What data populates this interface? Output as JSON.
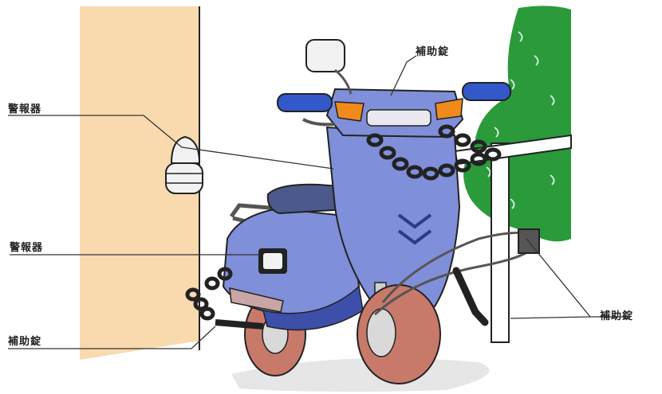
{
  "labels": {
    "alarm_top": "警報器",
    "alarm_mid": "警報器",
    "aux_lock_bottom_left": "補助錠",
    "aux_lock_top": "補助錠",
    "aux_lock_right": "補助錠"
  },
  "colors": {
    "wall": "#f9d9ae",
    "scooter_body": "#7f8fd9",
    "scooter_dark": "#3d4fa8",
    "handle_grip": "#3358c9",
    "tire": "#c87a6a",
    "tree": "#2a9a3a",
    "chain": "#222222",
    "indicator": "#f08a1a"
  },
  "icons": {
    "alarm_bell": "alarm-bell-icon",
    "alarm_box": "alarm-box-icon",
    "lock": "lock-icon",
    "chain": "chain-icon"
  }
}
